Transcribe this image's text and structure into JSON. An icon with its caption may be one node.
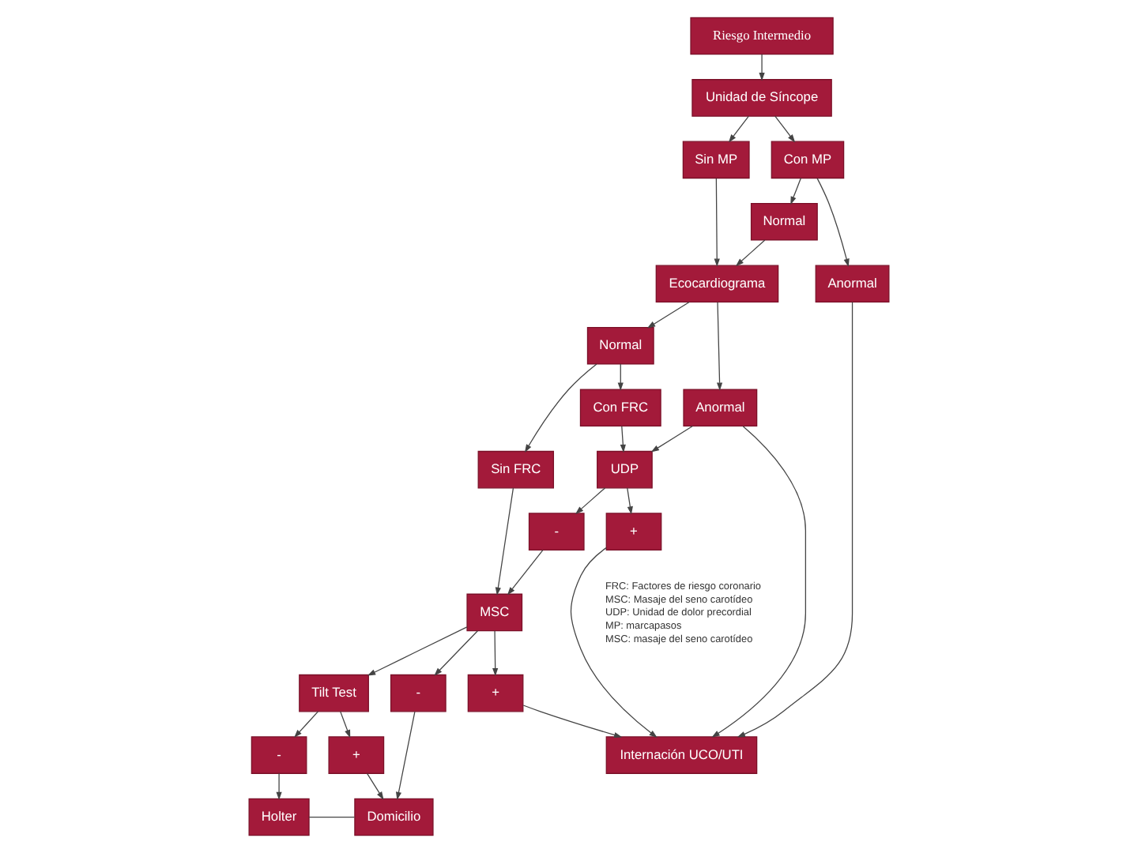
{
  "diagram": {
    "nodes": [
      {
        "text": [
          "Riesgo Intermedio"
        ]
      },
      {
        "text": [
          "Unidad de Síncope"
        ]
      },
      {
        "text": [
          "Sin MP"
        ]
      },
      {
        "text": [
          "Con MP"
        ]
      },
      {
        "text": [
          "Ecocardiograma"
        ]
      },
      {
        "text": [
          "Normal"
        ]
      },
      {
        "text": [
          "Anormal"
        ]
      },
      {
        "text": [
          "Normal"
        ]
      },
      {
        "text": [
          "Anormal"
        ]
      },
      {
        "text": [
          "Internación UCO/UTI"
        ]
      },
      {
        "text": [
          "Sin FRC"
        ]
      },
      {
        "text": [
          "Con FRC"
        ]
      },
      {
        "text": [
          "UDP"
        ]
      },
      {
        "text": [
          "Tilt Test"
        ]
      },
      {
        "text": [
          "MSC"
        ]
      },
      {
        "text": [
          "-"
        ]
      },
      {
        "text": [
          "+"
        ]
      },
      {
        "text": [
          "-"
        ]
      },
      {
        "text": [
          "+"
        ]
      },
      {
        "text": [
          "-"
        ]
      },
      {
        "text": [
          "+"
        ]
      },
      {
        "text": [
          "Holter"
        ]
      },
      {
        "text": [
          "Domicilio"
        ]
      }
    ],
    "edges": [
      {
        "from": 0,
        "to": 1,
        "arrow": "to"
      },
      {
        "from": 1,
        "to": 2,
        "arrow": "to"
      },
      {
        "from": 1,
        "to": 3,
        "arrow": "to"
      },
      {
        "from": 2,
        "to": 4,
        "arrow": "to"
      },
      {
        "from": 3,
        "to": 5,
        "arrow": "to"
      },
      {
        "from": 3,
        "to": 6,
        "arrow": "to"
      },
      {
        "from": 5,
        "to": 4,
        "arrow": "to"
      },
      {
        "from": 4,
        "to": 7,
        "arrow": "to"
      },
      {
        "from": 4,
        "to": 8,
        "arrow": "to"
      },
      {
        "from": 6,
        "to": 9,
        "arrow": "to"
      },
      {
        "from": 8,
        "to": 9,
        "arrow": "to"
      },
      {
        "from": 8,
        "to": 12,
        "arrow": "to"
      },
      {
        "from": 7,
        "to": 10,
        "arrow": "to"
      },
      {
        "from": 7,
        "to": 11,
        "arrow": "to"
      },
      {
        "from": 11,
        "to": 12,
        "arrow": "to"
      },
      {
        "from": 10,
        "to": 14,
        "arrow": "to"
      },
      {
        "from": 12,
        "to": 15,
        "arrow": "to"
      },
      {
        "from": 12,
        "to": 16,
        "arrow": "to"
      },
      {
        "from": 15,
        "to": 14,
        "arrow": "to"
      },
      {
        "from": 16,
        "to": 9,
        "arrow": "to"
      },
      {
        "from": 20,
        "to": 9,
        "arrow": "to"
      },
      {
        "from": 14,
        "to": 13,
        "arrow": "to"
      },
      {
        "from": 13,
        "to": 17,
        "arrow": "to"
      },
      {
        "from": 13,
        "to": 18,
        "arrow": "to"
      },
      {
        "from": 14,
        "to": 19,
        "arrow": "to"
      },
      {
        "from": 14,
        "to": 20,
        "arrow": "to"
      },
      {
        "from": 17,
        "to": 21,
        "arrow": "to"
      },
      {
        "from": 18,
        "to": 22,
        "arrow": "to"
      },
      {
        "from": 19,
        "to": 22,
        "arrow": "to"
      },
      {
        "from": 21,
        "to": 22,
        "arrow": "none"
      }
    ],
    "labels": [
      "FRC: Factores de riesgo coronario",
      "MSC: Masaje del seno carotídeo",
      "UDP: Unidad de dolor precordial",
      "MP: marcapasos",
      "MSC: masaje del seno carotídeo"
    ]
  }
}
